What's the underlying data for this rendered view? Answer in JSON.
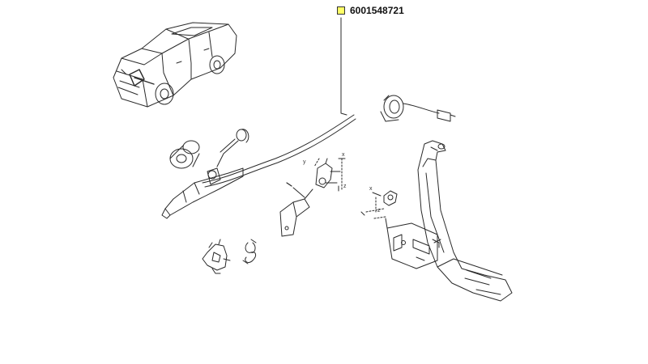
{
  "part_callout": {
    "number": "6001548721",
    "marker_color": "#ffff66"
  },
  "axis_markers": {
    "upper_x": "x",
    "upper_y": "y",
    "upper_z": "z",
    "lower_x": "x",
    "lower_z": "z"
  }
}
